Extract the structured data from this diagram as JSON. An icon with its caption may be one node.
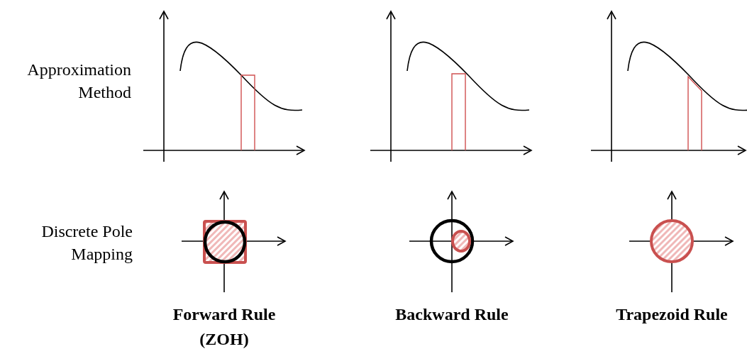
{
  "diagram": {
    "labels": [
      "Approximation Method",
      "Discrete Pole Mapping",
      "Forward Rule (ZOH)",
      "Backward Rule",
      "Trapezoid Rule"
    ]
  }
}
